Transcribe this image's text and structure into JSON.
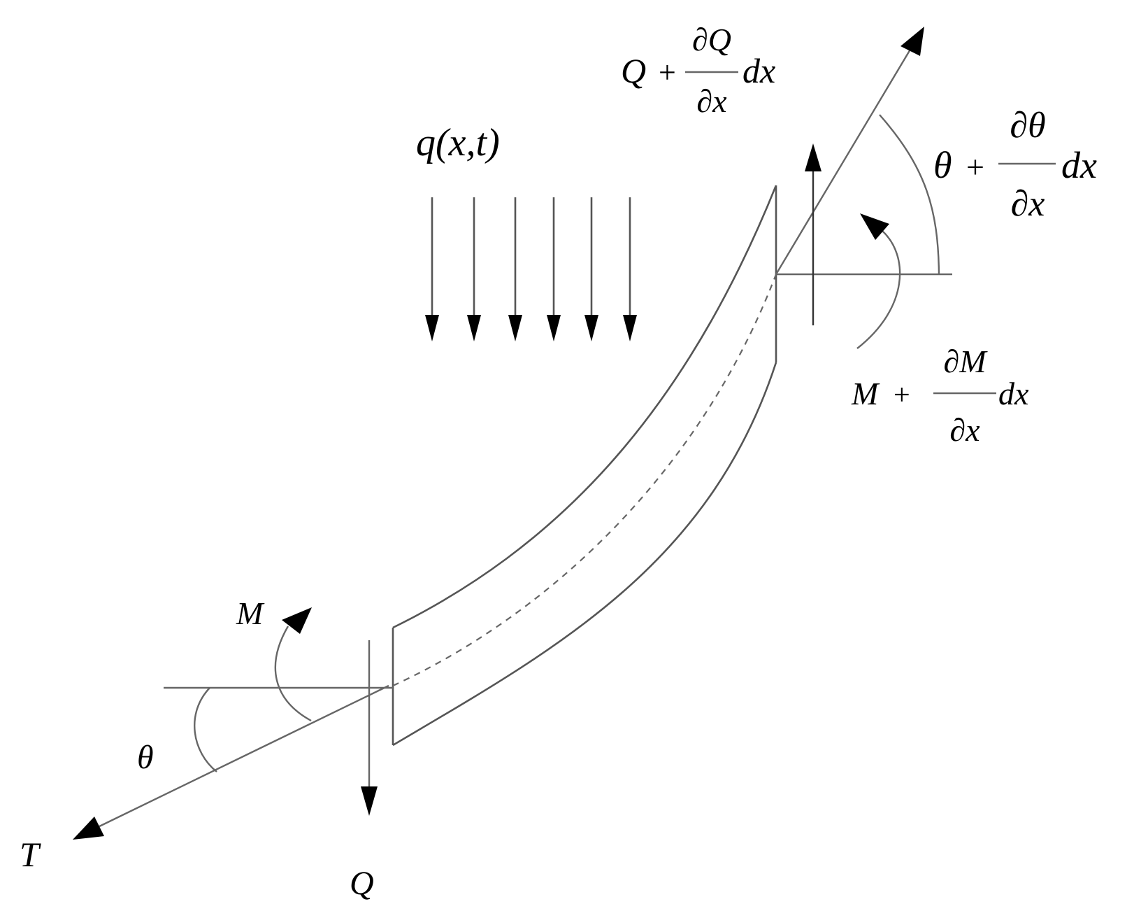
{
  "labels": {
    "load": "q(x,t)",
    "tension": "T",
    "shear_left": "Q",
    "moment_left": "M",
    "angle_left": "θ",
    "shear_right": {
      "base": "Q",
      "plus": "+",
      "numerator": "∂Q",
      "denominator": "∂x",
      "suffix": "dx"
    },
    "angle_right": {
      "base": "θ",
      "plus": "+",
      "numerator": "∂θ",
      "denominator": "∂x",
      "suffix": "dx"
    },
    "moment_right": {
      "base": "M",
      "plus": "+",
      "numerator": "∂M",
      "denominator": "∂x",
      "suffix": "dx"
    }
  },
  "colors": {
    "lines": "#555555",
    "arrowheads": "#000000",
    "text": "#000000",
    "background": "#ffffff"
  }
}
